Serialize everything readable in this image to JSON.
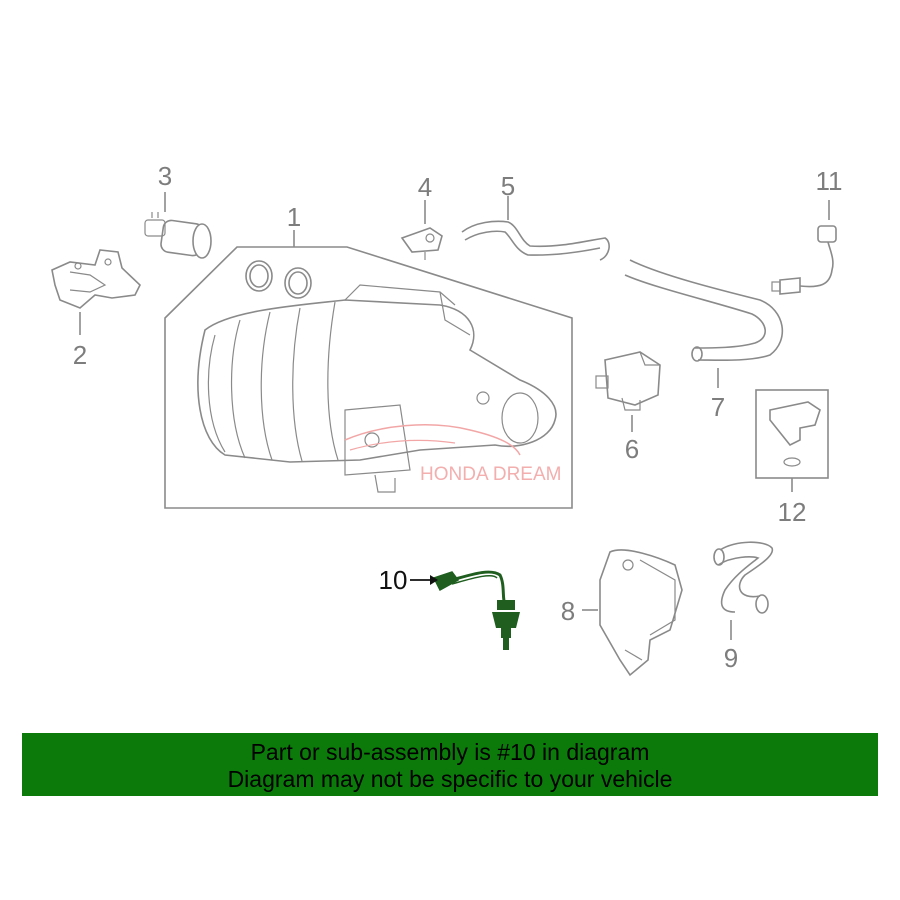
{
  "callouts": {
    "c1": "1",
    "c2": "2",
    "c3": "3",
    "c4": "4",
    "c5": "5",
    "c6": "6",
    "c7": "7",
    "c8": "8",
    "c9": "9",
    "c10": "10",
    "c11": "11",
    "c12": "12"
  },
  "watermark": "HONDA DREAM",
  "banner": {
    "line1": "Part or sub-assembly is #10 in diagram",
    "line2": "Diagram may not be specific to your vehicle"
  },
  "colors": {
    "banner_bg": "#0b7a0b",
    "highlight_part": "#1f5e1f",
    "line_art": "#8a8a8a",
    "watermark": "#f2a6a6"
  }
}
